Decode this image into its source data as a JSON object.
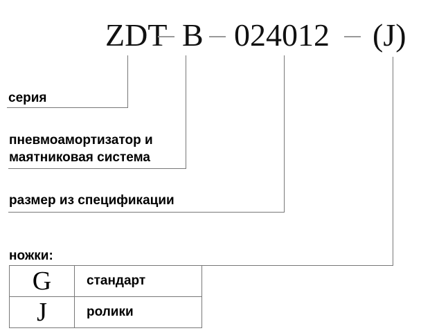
{
  "code": {
    "series": "ZDT",
    "type": "B",
    "size": "024012",
    "legs": "(J)"
  },
  "labels": {
    "series": "серия",
    "type_line1": "пневмоамортизатор и",
    "type_line2": "маятниковая система",
    "size": "размер из спецификации",
    "legs": "ножки:"
  },
  "legs_table": [
    {
      "code": "G",
      "description": "стандарт"
    },
    {
      "code": "J",
      "description": "ролики"
    }
  ]
}
